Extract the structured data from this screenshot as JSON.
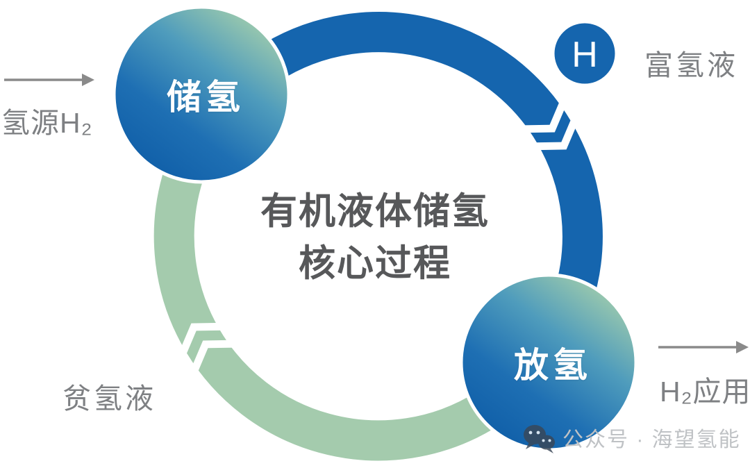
{
  "diagram": {
    "title_line1": "有机液体储氢",
    "title_line2": "核心过程",
    "nodes": {
      "store": {
        "label": "储氢"
      },
      "release": {
        "label": "放氢"
      },
      "hydrogen_marker": {
        "symbol": "H",
        "caption": "富氢液"
      }
    },
    "labels": {
      "source": "氢源H₂",
      "lean_liquid": "贫氢液",
      "application": "H₂应用"
    },
    "flow": {
      "direction": "clockwise",
      "rich_liquid_arc_color": "#1565ae",
      "lean_liquid_arc_color": "#a4cbad"
    },
    "colors": {
      "node_gradient_green": "#a8d1ab",
      "node_gradient_blue": "#1160a9",
      "title_gray": "#57585a",
      "label_gray": "#7e8083",
      "arrow_gray": "#8a8a8a",
      "watermark_gray": "#bfc2c5"
    },
    "watermark": {
      "icon": "wechat-icon",
      "text": "公众号 · 海望氢能"
    }
  }
}
